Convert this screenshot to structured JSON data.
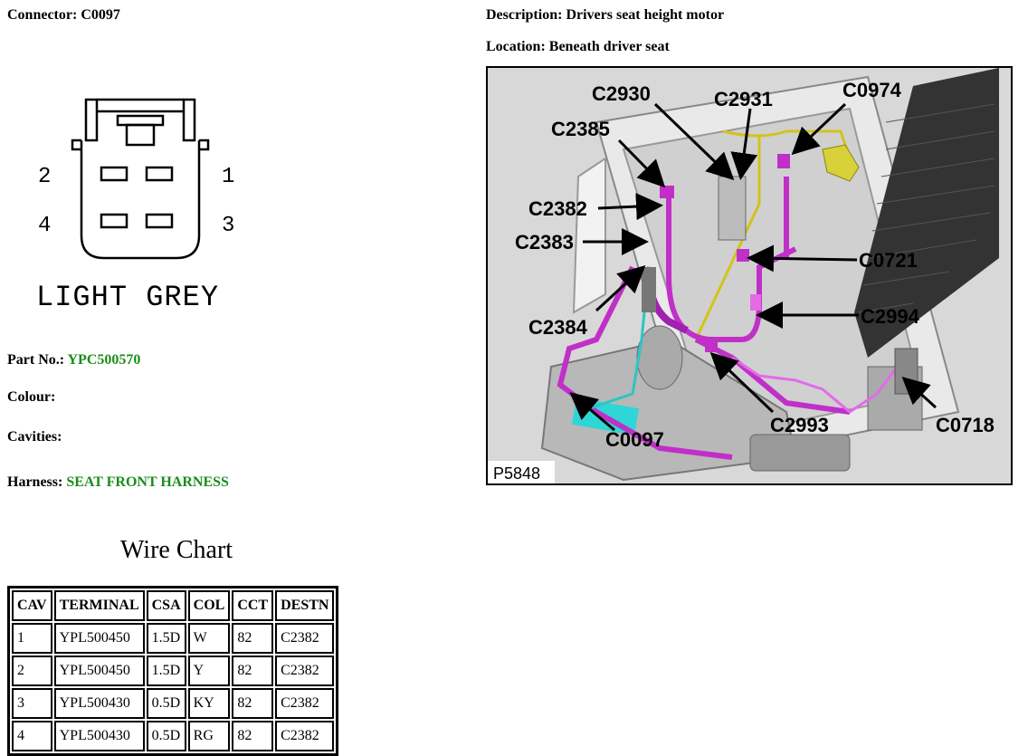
{
  "header": {
    "connector_label": "Connector:",
    "connector_value": "C0097",
    "description_label": "Description:",
    "description_value": "Drivers seat height motor",
    "location_label": "Location:",
    "location_value": "Beneath driver seat"
  },
  "connector_diagram": {
    "pin_labels": [
      "2",
      "1",
      "4",
      "3"
    ],
    "colour_text": "LIGHT GREY"
  },
  "info": {
    "part_label": "Part No.:",
    "part_value": "YPC500570",
    "colour_label": "Colour:",
    "cavities_label": "Cavities:",
    "harness_label": "Harness:",
    "harness_value": "SEAT FRONT HARNESS"
  },
  "wire_chart": {
    "title": "Wire Chart",
    "columns": [
      "CAV",
      "TERMINAL",
      "CSA",
      "COL",
      "CCT",
      "DESTN"
    ],
    "rows": [
      [
        "1",
        "YPL500450",
        "1.5D",
        "W",
        "82",
        "C2382"
      ],
      [
        "2",
        "YPL500450",
        "1.5D",
        "Y",
        "82",
        "C2382"
      ],
      [
        "3",
        "YPL500430",
        "0.5D",
        "KY",
        "82",
        "C2382"
      ],
      [
        "4",
        "YPL500430",
        "0.5D",
        "RG",
        "82",
        "C2382"
      ]
    ]
  },
  "photo": {
    "ref": "P5848",
    "callouts": [
      "C2930",
      "C2931",
      "C0974",
      "C2385",
      "C2382",
      "C2383",
      "C0721",
      "C2994",
      "C2384",
      "C2993",
      "C0718",
      "C0097"
    ]
  }
}
